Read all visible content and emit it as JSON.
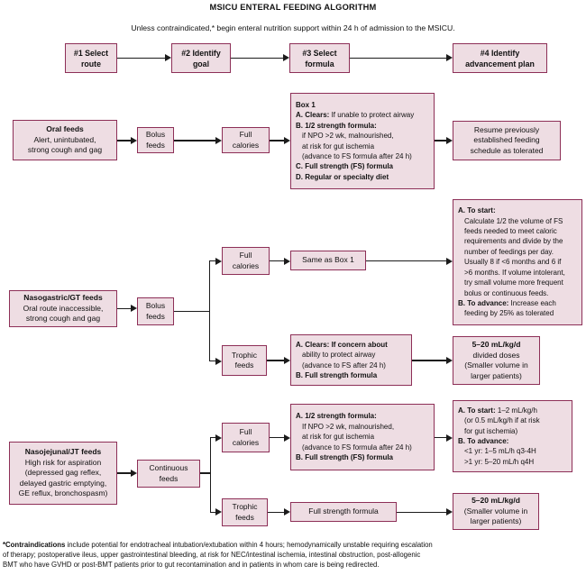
{
  "colors": {
    "box_fill": "#eedde3",
    "box_border": "#8d2f57",
    "arrow": "#1b1b1b"
  },
  "header": {
    "title": "MSICU ENTERAL FEEDING ALGORITHM",
    "subtitle": "Unless contraindicated,* begin enteral nutrition support within 24 h of admission to the MSICU."
  },
  "steps": [
    {
      "label": "#1 Select\nroute"
    },
    {
      "label": "#2 Identify\ngoal"
    },
    {
      "label": "#3 Select\nformula"
    },
    {
      "label": "#4 Identify\nadvancement plan"
    }
  ],
  "oral": {
    "source_title": "Oral feeds",
    "source_lines": "Alert, unintubated,\nstrong cough and gag",
    "feed_mode": "Bolus\nfeeds",
    "goal": "Full\ncalories",
    "box1": {
      "heading": "Box 1",
      "a_bold": "A. Clears:",
      "a_rest": " If unable to protect airway",
      "b_bold": "B. 1/2 strength formula:",
      "b_detail": "if NPO >2 wk, malnourished,\nat risk for gut ischemia\n(advance to FS formula after 24 h)",
      "c_bold": "C. Full strength (FS) formula",
      "d_bold": "D. Regular or specialty diet"
    },
    "outcome": "Resume previously\nestablished feeding\nschedule as tolerated"
  },
  "ng": {
    "source_title": "Nasogastric/GT feeds",
    "source_lines": "Oral route inaccessible,\nstrong cough and gag",
    "feed_mode": "Bolus\nfeeds",
    "full": {
      "goal": "Full\ncalories",
      "formula": "Same as Box 1",
      "plan": {
        "a_bold": "A. To start:",
        "a_detail": "Calculate 1/2 the volume of FS\nfeeds needed to meet caloric\nrequirements and divide by the\nnumber of feedings per day.\nUsually 8 if <6 months and 6 if\n>6 months. If volume intolerant,\ntry small volume more frequent\nbolus or continuous feeds.",
        "b_bold": "B. To advance:",
        "b_rest": " Increase each",
        "b_detail": "feeding by 25% as tolerated"
      }
    },
    "trophic": {
      "goal": "Trophic\nfeeds",
      "formula": {
        "a_bold": "A. Clears: If concern about",
        "a_detail": "ability to protect airway\n(advance to FS after 24 h)",
        "b_bold": "B. Full strength formula"
      },
      "plan_bold": "5–20 mL/kg/d",
      "plan_lines": "divided doses\n(Smaller volume in\nlarger patients)"
    }
  },
  "nj": {
    "source_title": "Nasojejunal/JT feeds",
    "source_lines": "High risk for aspiration\n(depressed gag reflex,\ndelayed gastric emptying,\nGE reflux, bronchospasm)",
    "feed_mode": "Continuous\nfeeds",
    "full": {
      "goal": "Full\ncalories",
      "formula": {
        "a_bold": "A. 1/2 strength formula:",
        "a_detail": "If NPO >2 wk, malnourished,\nat risk for gut ischemia\n(advance to FS formula after 24 h)",
        "b_bold": "B. Full strength (FS) formula"
      },
      "plan": {
        "a_bold": "A. To start:",
        "a_rest": " 1–2 mL/kg/h",
        "a_detail": "(or 0.5 mL/kg/h if at risk\nfor gut ischemia)",
        "b_bold": "B. To advance:",
        "b_detail": "<1 yr: 1–5 mL/h q3-4H\n>1 yr: 5–20 mL/h q4H"
      }
    },
    "trophic": {
      "goal": "Trophic\nfeeds",
      "formula": "Full strength formula",
      "plan_bold": "5–20 mL/kg/d",
      "plan_lines": "(Smaller volume in\nlarger patients)"
    }
  },
  "footnote": {
    "bold": "*Contraindications",
    "rest": " include potential for endotracheal intubation/extubation within 4 hours; hemodynamically unstable requiring escalation\nof therapy; postoperative ileus, upper gastrointestinal bleeding, at risk for NEC/intestinal ischemia, intestinal obstruction, post-allogenic\nBMT who have GVHD or post-BMT patients prior to gut recontamination and in patients in whom care is being redirected."
  }
}
